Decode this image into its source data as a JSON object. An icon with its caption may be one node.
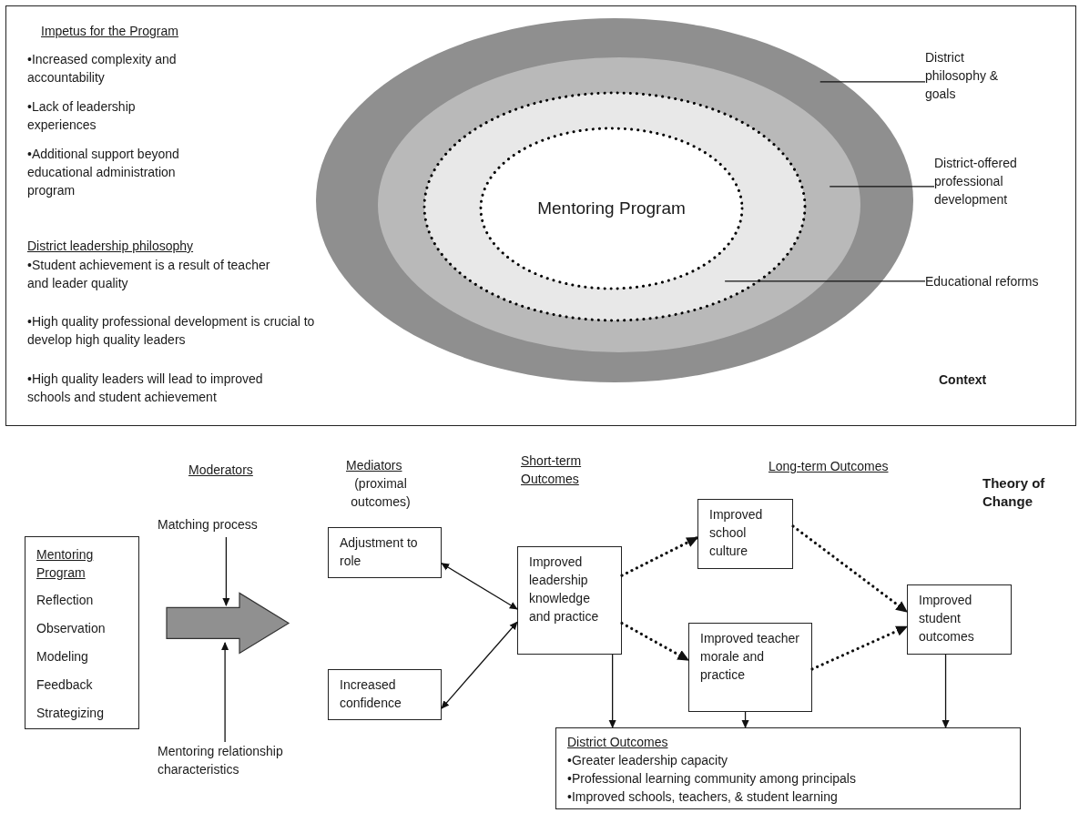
{
  "diagram": {
    "nodes": [
      {
        "text": [
          "Context"
        ]
      },
      {
        "text": [],
        "shape": "ellipse",
        "in": 0
      },
      {
        "text": [],
        "shape": "ellipse",
        "in": 1
      },
      {
        "text": [],
        "shape": "ellipse",
        "in": 2
      },
      {
        "text": [
          "Mentoring Program"
        ],
        "in": 3
      },
      {
        "text": [
          "District philosophy & goals"
        ],
        "in": 0
      },
      {
        "text": [
          "District-offered professional development"
        ],
        "in": 0
      },
      {
        "text": [
          "Educational reforms"
        ],
        "in": 0
      },
      {
        "text": [
          "Mentoring Program",
          "Reflection",
          "Observation",
          "Modeling",
          "Feedback",
          "Strategizing"
        ]
      },
      {
        "text": [
          "Matching process"
        ]
      },
      {
        "text": [
          "Mentoring relationship characteristics"
        ]
      },
      {
        "text": [
          "Adjustment to role"
        ]
      },
      {
        "text": [
          "Increased confidence"
        ]
      },
      {
        "text": [
          "Improved leadership knowledge and practice"
        ]
      },
      {
        "text": [
          "Improved school culture"
        ]
      },
      {
        "text": [
          "Improved teacher morale and practice"
        ]
      },
      {
        "text": [
          "Improved student outcomes"
        ]
      },
      {
        "text": [
          "District Outcomes",
          "•Greater leadership capacity",
          "•Professional learning community among principals",
          "•Improved schools, teachers, & student learning"
        ]
      }
    ],
    "edges": [
      {
        "from": 5,
        "to": 1,
        "arrow": "none"
      },
      {
        "from": 6,
        "to": 2,
        "arrow": "none"
      },
      {
        "from": 7,
        "to": 3,
        "arrow": "none"
      },
      {
        "from": 9,
        "to": null,
        "arrow": "to"
      },
      {
        "from": 10,
        "to": null,
        "arrow": "to"
      },
      {
        "from": 8,
        "to": null,
        "arrow": "to",
        "style": "thick"
      },
      {
        "from": 11,
        "to": 13,
        "arrow": "both"
      },
      {
        "from": 12,
        "to": 13,
        "arrow": "both"
      },
      {
        "from": 13,
        "to": 14,
        "arrow": "to",
        "style": "dashed"
      },
      {
        "from": 13,
        "to": 15,
        "arrow": "to",
        "style": "dashed"
      },
      {
        "from": 14,
        "to": 16,
        "arrow": "to",
        "style": "dashed"
      },
      {
        "from": 15,
        "to": 16,
        "arrow": "to",
        "style": "dashed"
      },
      {
        "from": 13,
        "to": 17,
        "arrow": "to"
      },
      {
        "from": 15,
        "to": 17,
        "arrow": "to"
      },
      {
        "from": 16,
        "to": 17,
        "arrow": "to"
      }
    ],
    "labels": [
      "Impetus for the Program",
      "•Increased complexity and accountability",
      "•Lack of leadership experiences",
      "•Additional support beyond educational administration program",
      "District leadership philosophy",
      "•Student achievement is a result of teacher and leader quality",
      "•High quality professional development is crucial to develop high quality leaders",
      "•High quality leaders will lead to improved schools and student achievement",
      "Moderators",
      "Mediators",
      "(proximal outcomes)",
      "Short-term Outcomes",
      "Long-term Outcomes",
      "Theory of Change"
    ]
  }
}
